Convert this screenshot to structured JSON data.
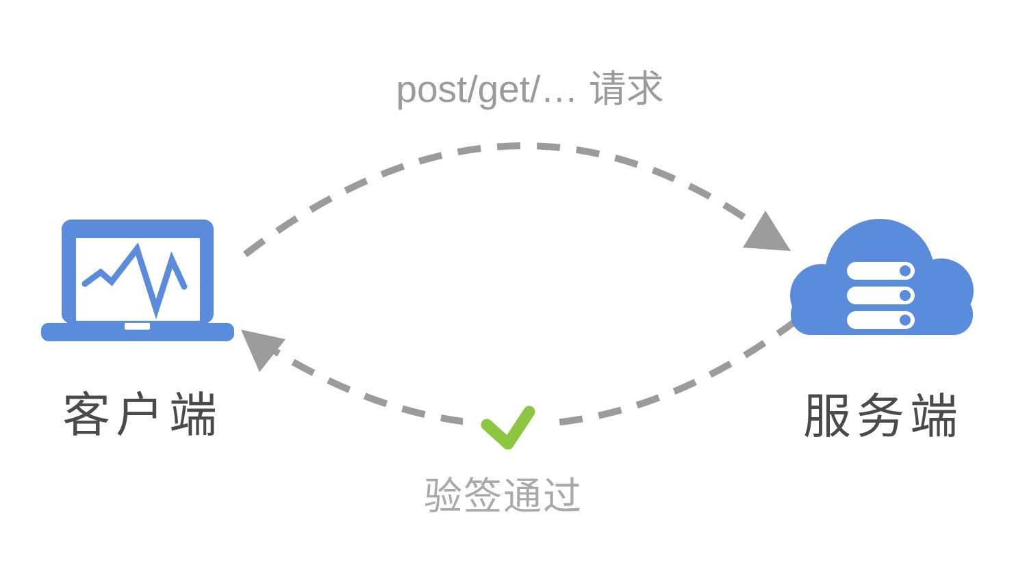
{
  "diagram": {
    "nodes": [
      {
        "id": "client",
        "label": "客户端",
        "icon": "laptop-chart-icon"
      },
      {
        "id": "server",
        "label": "服务端",
        "icon": "cloud-server-icon"
      }
    ],
    "edges": [
      {
        "from": "client",
        "to": "server",
        "label": "post/get/… 请求",
        "style": "dashed-curve",
        "position": "top"
      },
      {
        "from": "server",
        "to": "client",
        "label": "验签通过",
        "style": "dashed-curve",
        "position": "bottom",
        "status_icon": "checkmark-icon"
      }
    ],
    "colors": {
      "primary_blue": "#5a8cdb",
      "arrow_gray": "#9b9b9b",
      "node_label_dark": "#4a4a4a",
      "edge_label_gray": "#9b9b9b",
      "response_label_gray": "#a9a9a9",
      "check_green": "#8bc63e",
      "background": "#ffffff"
    }
  }
}
